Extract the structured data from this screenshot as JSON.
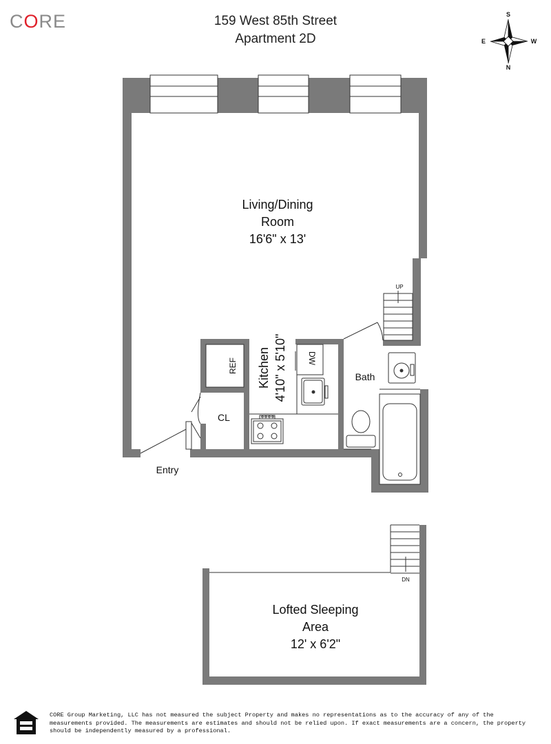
{
  "brand": {
    "prefix": "C",
    "accent": "O",
    "suffix": "RE",
    "accent_color": "#e0202a"
  },
  "header": {
    "address": "159 West 85th Street",
    "unit": "Apartment 2D"
  },
  "compass": {
    "north": "N",
    "south": "S",
    "east": "E",
    "west": "W"
  },
  "rooms": {
    "living": {
      "name_line1": "Living/Dining",
      "name_line2": "Room",
      "size": "16'6\" x 13'"
    },
    "kitchen": {
      "name": "Kitchen",
      "size": "4'10\" x 5'10\""
    },
    "bath": {
      "name": "Bath"
    },
    "closet": {
      "name": "CL"
    },
    "loft": {
      "name_line1": "Lofted Sleeping",
      "name_line2": "Area",
      "size": "12' x 6'2\""
    }
  },
  "fixtures": {
    "refrigerator": "REF",
    "dishwasher": "DW",
    "stair_up": "UP",
    "stair_down": "DN"
  },
  "entry_label": "Entry",
  "disclaimer": "CORE Group Marketing, LLC has not measured the subject Property and makes no representations as to the accuracy of any of the measurements provided. The measurements are estimates and should not be relied upon. If exact measurements are a concern, the property should be independently measured by a professional.",
  "colors": {
    "wall": "#7a7a7a",
    "line": "#333333"
  }
}
